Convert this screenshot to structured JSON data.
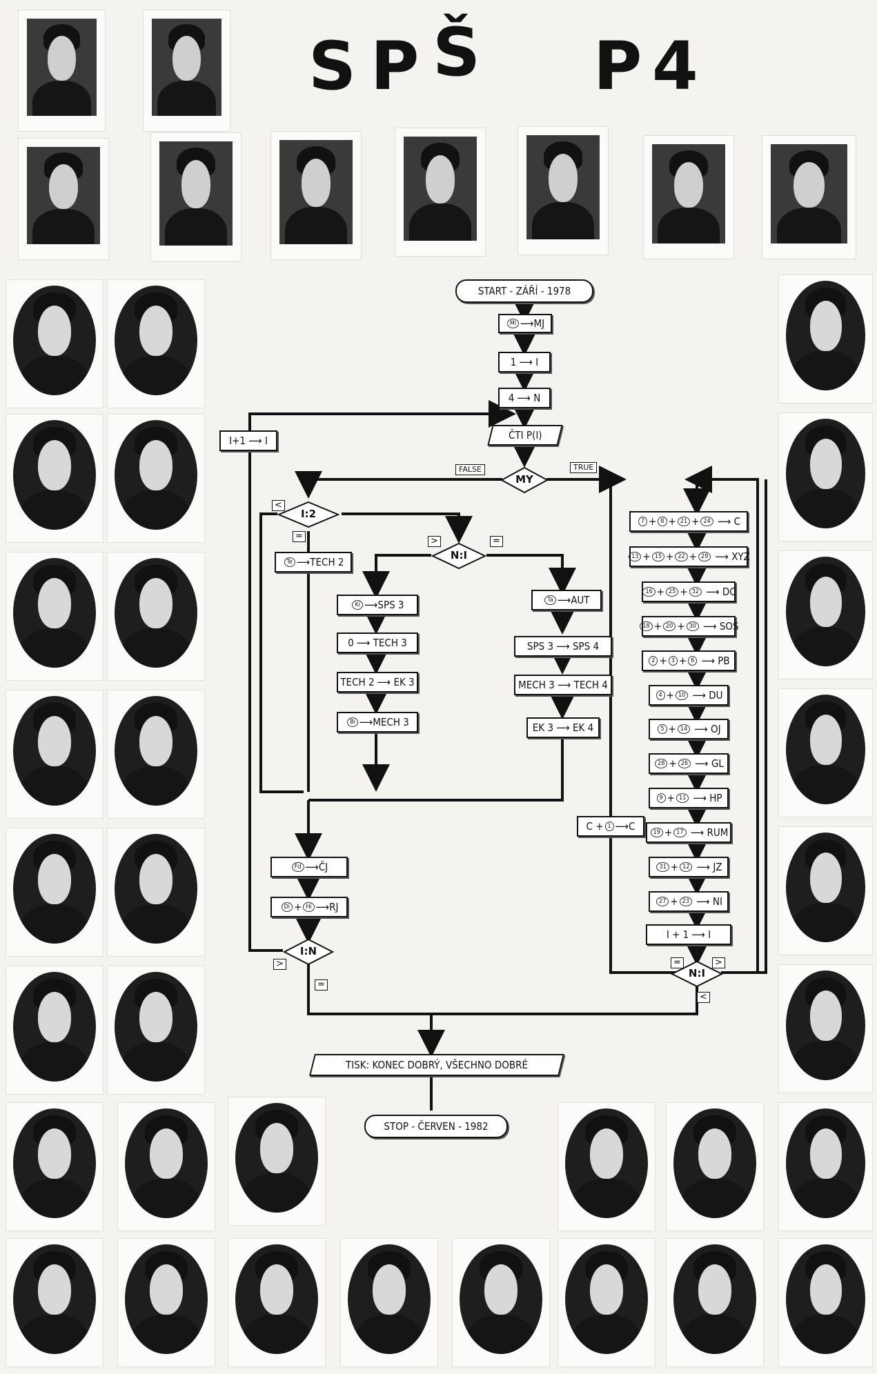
{
  "title": {
    "chars": [
      "S",
      "P",
      "Š",
      "P",
      "4"
    ]
  },
  "flow": {
    "start": "START - ZÁŘÍ - 1978",
    "step1": {
      "c1": "Mi",
      "rest": "MJ"
    },
    "step2": "1 ⟶ I",
    "step3": "4 ⟶ N",
    "read": "ČTI  P(I)",
    "inc_i": "I+1 ⟶ I",
    "d_my": "MY",
    "flag_false": "FALSE",
    "flag_true": "TRUE",
    "d_i2": "I:2",
    "d_ni": "N:I",
    "d_in": "I:N",
    "d_ni2": "N:I",
    "lt": "<",
    "eq": "=",
    "gt": ">",
    "tech2": {
      "c1": "Te",
      "rest": "TECH 2"
    },
    "sps3": {
      "c1": "Ki",
      "rest": "SPS 3"
    },
    "tech3": "0 ⟶ TECH 3",
    "ek3": "TECH 2 ⟶ EK 3",
    "mech3": {
      "c1": "Bi",
      "rest": "MECH 3"
    },
    "aut": {
      "c1": "Ta",
      "rest": "AUT"
    },
    "sps4": "SPS 3 ⟶ SPS 4",
    "tech4": "MECH 3 ⟶ TECH 4",
    "ek4": "EK 3 ⟶ EK 4",
    "cj": {
      "c1": "Fd",
      "rest": "ČJ"
    },
    "rj": {
      "c1": "Di",
      "c2": "Hi",
      "rest": "RJ"
    },
    "right_list": [
      {
        "nums": [
          "7",
          "8",
          "21",
          "24"
        ],
        "rest": "C"
      },
      {
        "nums": [
          "13",
          "15",
          "22",
          "29"
        ],
        "rest": "XYZ"
      },
      {
        "nums": [
          "16",
          "25",
          "32"
        ],
        "rest": "DC"
      },
      {
        "nums": [
          "18",
          "20",
          "30"
        ],
        "rest": "SOS"
      },
      {
        "nums": [
          "2",
          "3",
          "6"
        ],
        "rest": "PB"
      },
      {
        "nums": [
          "4",
          "10"
        ],
        "rest": "DU"
      },
      {
        "nums": [
          "5",
          "14"
        ],
        "rest": "OJ"
      },
      {
        "nums": [
          "28",
          "26"
        ],
        "rest": "GL"
      },
      {
        "nums": [
          "9",
          "11"
        ],
        "rest": "HP"
      },
      {
        "nums": [
          "19",
          "17"
        ],
        "rest": "RUM"
      },
      {
        "nums": [
          "31",
          "12"
        ],
        "rest": "JZ"
      },
      {
        "nums": [
          "27",
          "23"
        ],
        "rest": "NI"
      },
      {
        "nums": [],
        "rest": "I + 1 ⟶ I"
      }
    ],
    "c_inc": {
      "pre": "C +",
      "c1": "1",
      "rest": "C"
    },
    "print": "TISK: KONEC DOBRÝ, VŠECHNO DOBRÉ",
    "stop": "STOP - ČERVEN - 1982"
  }
}
